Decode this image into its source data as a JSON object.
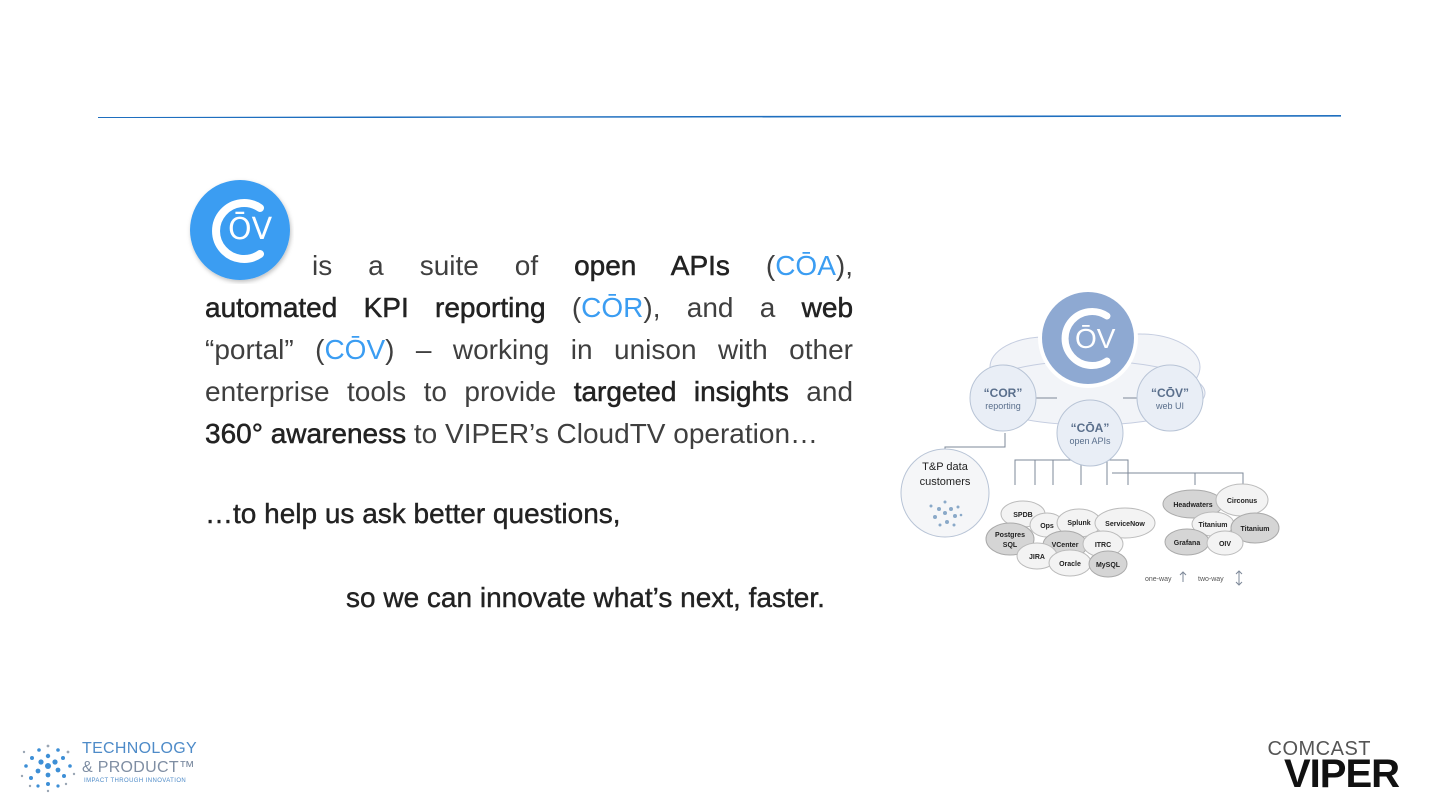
{
  "colors": {
    "rule": "#1f6fbf",
    "accent_blue": "#3b9df2",
    "logo_blue": "#3b9df2",
    "diagram_logo": "#8ea9d2",
    "text_dark": "#222222",
    "text_body": "#3f3f3f"
  },
  "logo": {
    "text": "ŌV"
  },
  "body": {
    "l1_is": "is a suite of",
    "l1_open_apis": "open APIs",
    "l1_coa": "CŌA",
    "l2_auto": "automated KPI reporting",
    "l2_cor": "CŌR",
    "l2_mid": ", and a",
    "l2_web": "web",
    "l3_portal": "“portal” (",
    "l3_cov": "CŌV",
    "l3_rest": ") – working in unison with other",
    "l4_start": "enterprise tools to provide",
    "l4_targeted": "targeted insights",
    "l4_and": "and",
    "l5_awareness": "360° awareness",
    "l5_rest": "to VIPER’s CloudTV operation…"
  },
  "questions": {
    "line1": "…to help us ask better questions,",
    "line2": "so we can innovate what’s next, faster."
  },
  "diagram": {
    "logo_text": "ŌV",
    "cor_title": "“COR”",
    "cor_sub": "reporting",
    "cov_title": "“CŌV”",
    "cov_sub": "web UI",
    "coa_title": "“CŌA”",
    "coa_sub": "open APIs",
    "tp_title1": "T&P data",
    "tp_title2": "customers",
    "left_nodes": [
      "SPDB",
      "Ops",
      "Splunk",
      "ServiceNow",
      "Postgres",
      "SQL",
      "VCenter",
      "ITRC",
      "JIRA",
      "Oracle",
      "MySQL"
    ],
    "right_nodes": [
      "Headwaters",
      "Circonus",
      "Titanium",
      "Titanium",
      "Grafana",
      "OIV"
    ],
    "legend_oneway": "one-way",
    "legend_twoway": "two-way"
  },
  "footer": {
    "tp_line1": "TECHNOLOGY",
    "tp_line2": "& PRODUCT™",
    "tp_line3": "IMPACT THROUGH INNOVATION",
    "comcast": "COMCAST",
    "viper": "VIPER"
  }
}
